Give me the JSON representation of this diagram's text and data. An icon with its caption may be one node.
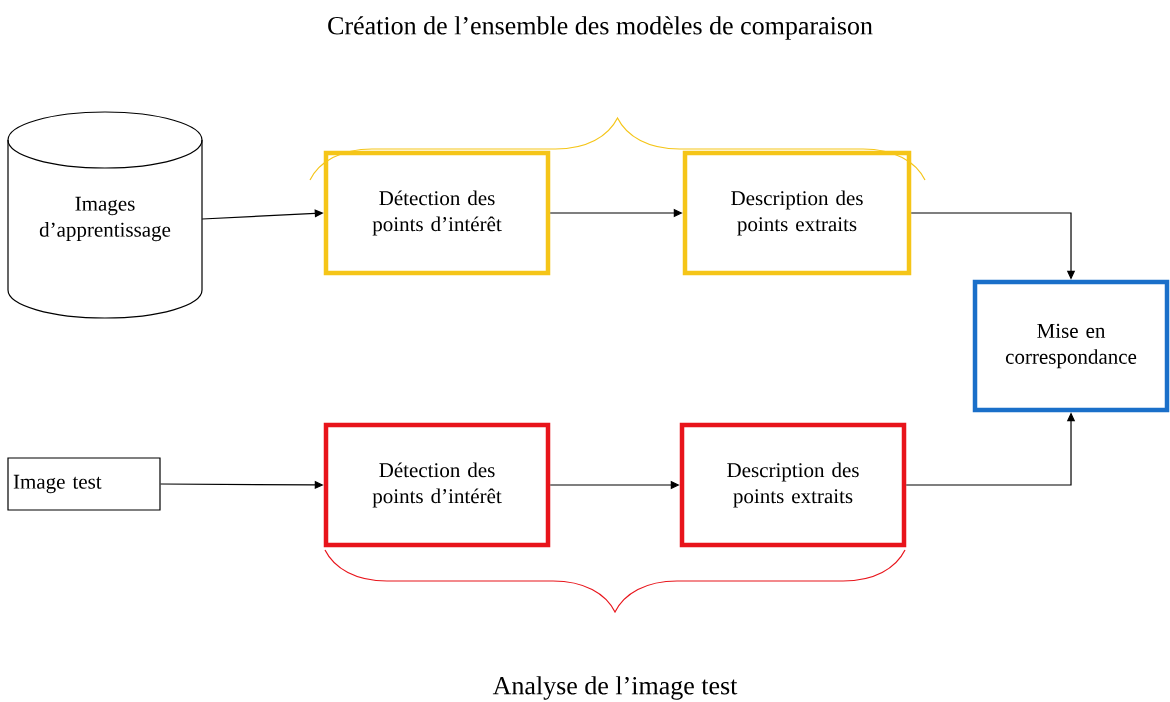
{
  "diagram": {
    "nodes": [
      {
        "text": [
          "Images d’apprentissage"
        ]
      },
      {
        "text": [
          "Détection des points d’intérêt"
        ]
      },
      {
        "text": [
          "Description des points extraits"
        ]
      },
      {
        "text": [
          "Mise en correspondance"
        ]
      },
      {
        "text": [
          "Image test"
        ]
      },
      {
        "text": [
          "Détection des points d’intérêt"
        ]
      },
      {
        "text": [
          "Description des points extraits"
        ]
      }
    ],
    "edges": [
      {
        "from": 0,
        "to": 1,
        "arrow": "to"
      },
      {
        "from": 1,
        "to": 2,
        "arrow": "to"
      },
      {
        "from": 2,
        "to": 3,
        "arrow": "to"
      },
      {
        "from": 4,
        "to": 5,
        "arrow": "to"
      },
      {
        "from": 5,
        "to": 6,
        "arrow": "to"
      },
      {
        "from": 6,
        "to": 3,
        "arrow": "to"
      }
    ],
    "labels": [
      "Création de l’ensemble des modèles de comparaison",
      "Analyse de l’image test"
    ]
  }
}
